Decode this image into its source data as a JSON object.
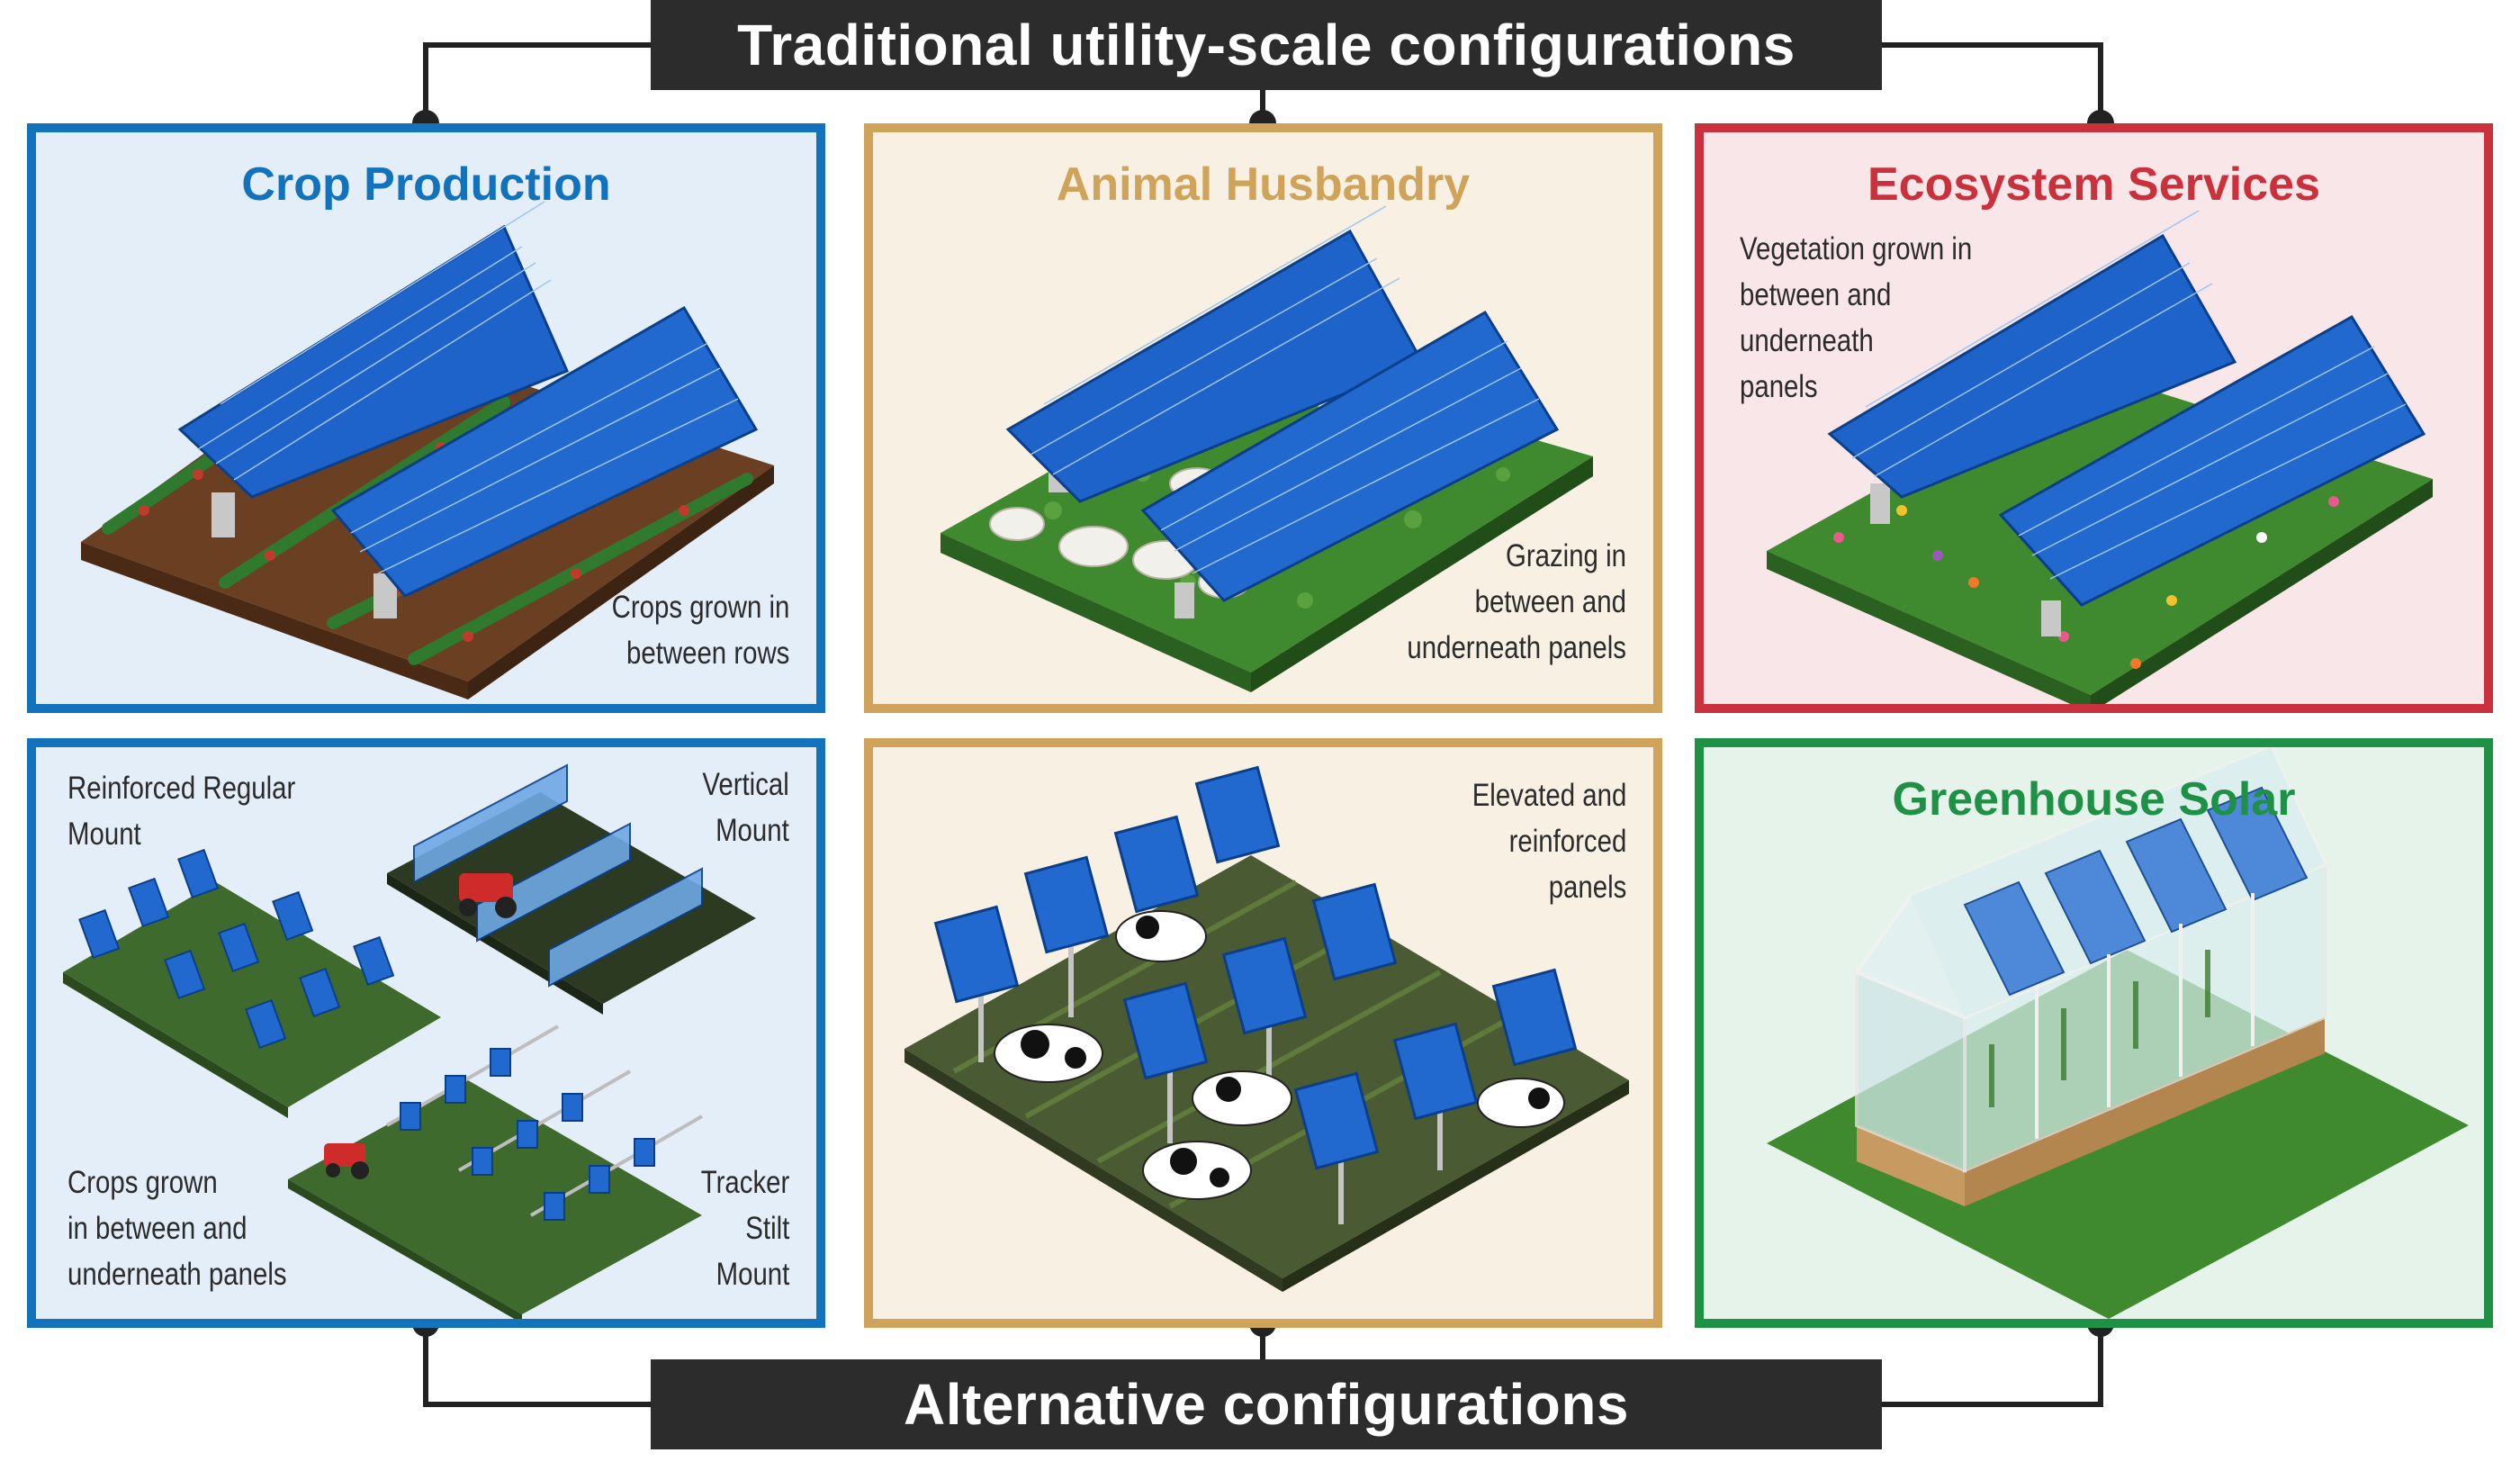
{
  "banners": {
    "top": "Traditional utility-scale configurations",
    "bottom": "Alternative configurations"
  },
  "panels": {
    "crop": {
      "title": "Crop Production",
      "caption": [
        "Crops grown in",
        "between rows"
      ]
    },
    "animal": {
      "title": "Animal Husbandry",
      "caption": [
        "Grazing in",
        "between and",
        "underneath panels"
      ]
    },
    "ecosystem": {
      "title": "Ecosystem Services",
      "caption": [
        "Vegetation grown in",
        "between and",
        "underneath",
        "panels"
      ]
    },
    "alt_crop": {
      "reinforced": [
        "Reinforced Regular",
        "Mount"
      ],
      "vertical": [
        "Vertical",
        "Mount"
      ],
      "crops": [
        "Crops grown",
        "in between and",
        "underneath panels"
      ],
      "tracker": [
        "Tracker",
        "Stilt",
        "Mount"
      ]
    },
    "alt_animal": {
      "caption": [
        "Elevated and",
        "reinforced",
        "panels"
      ]
    },
    "greenhouse": {
      "title": "Greenhouse Solar"
    }
  },
  "colors": {
    "banner": "#2c2c2c",
    "crop_blue": "#1273bc",
    "animal_gold": "#cfa45a",
    "eco_red": "#c9323c",
    "green": "#1f9146"
  }
}
